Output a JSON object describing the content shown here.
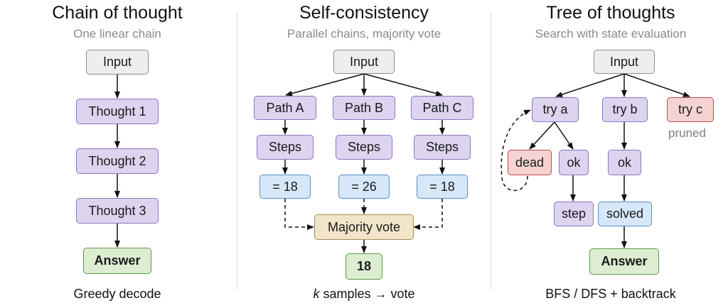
{
  "panels": {
    "cot": {
      "title": "Chain of thought",
      "subtitle": "One linear chain",
      "caption": "Greedy decode",
      "nodes": {
        "input": "Input",
        "t1": "Thought 1",
        "t2": "Thought 2",
        "t3": "Thought 3",
        "answer": "Answer"
      }
    },
    "sc": {
      "title": "Self-consistency",
      "subtitle": "Parallel chains, majority vote",
      "caption_k": "k",
      "caption_rest": " samples → vote",
      "nodes": {
        "input": "Input",
        "path_a": "Path A",
        "path_b": "Path B",
        "path_c": "Path C",
        "steps_a": "Steps",
        "steps_b": "Steps",
        "steps_c": "Steps",
        "res_a": "= 18",
        "res_b": "= 26",
        "res_c": "= 18",
        "vote": "Majority vote",
        "final": "18"
      }
    },
    "tot": {
      "title": "Tree of thoughts",
      "subtitle": "Search with state evaluation",
      "caption": "BFS / DFS + backtrack",
      "pruned_label": "pruned",
      "nodes": {
        "input": "Input",
        "try_a": "try a",
        "try_b": "try b",
        "try_c": "try c",
        "dead": "dead",
        "ok_a": "ok",
        "ok_b": "ok",
        "step": "step",
        "solved": "solved",
        "answer": "Answer"
      }
    }
  },
  "colors": {
    "gray": "#eeeeee",
    "purple": "#ddd4ef",
    "blue": "#d6e7f8",
    "green": "#dcedd2",
    "red": "#f6d3d3",
    "tan": "#f2e4c8",
    "arrow": "#111111"
  }
}
